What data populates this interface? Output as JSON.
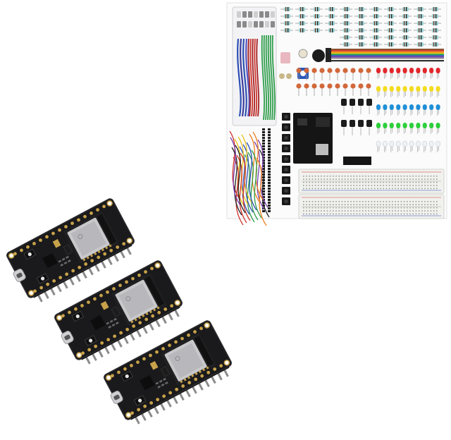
{
  "image": {
    "description_items": [
      "electronics-starter-kit",
      "esp32-dev-board",
      "esp32-dev-board",
      "esp32-dev-board"
    ],
    "colors": {
      "background": "#ffffff",
      "pcb": "#1a1a1c",
      "pcb_edge": "#2c2c30",
      "module_shield": "#c9c9cc",
      "gold_pad": "#c8a24a",
      "pin_header": "#151515",
      "resistor_body": "#9fd3d6",
      "wire_red": "#d0342c",
      "wire_blue": "#2b4fb3",
      "wire_green": "#2e9e4a",
      "wire_yellow": "#e8c419",
      "wire_orange": "#ef7f1a",
      "led_red": "#e3262b",
      "led_yellow": "#f3dc1e",
      "led_blue": "#1f8fd8",
      "led_green": "#2bcf3a",
      "led_white": "#eef2f4",
      "capacitor": "#d2683a",
      "breadboard": "#f1f1ee",
      "breadboard_hole": "#9a9a96"
    }
  }
}
